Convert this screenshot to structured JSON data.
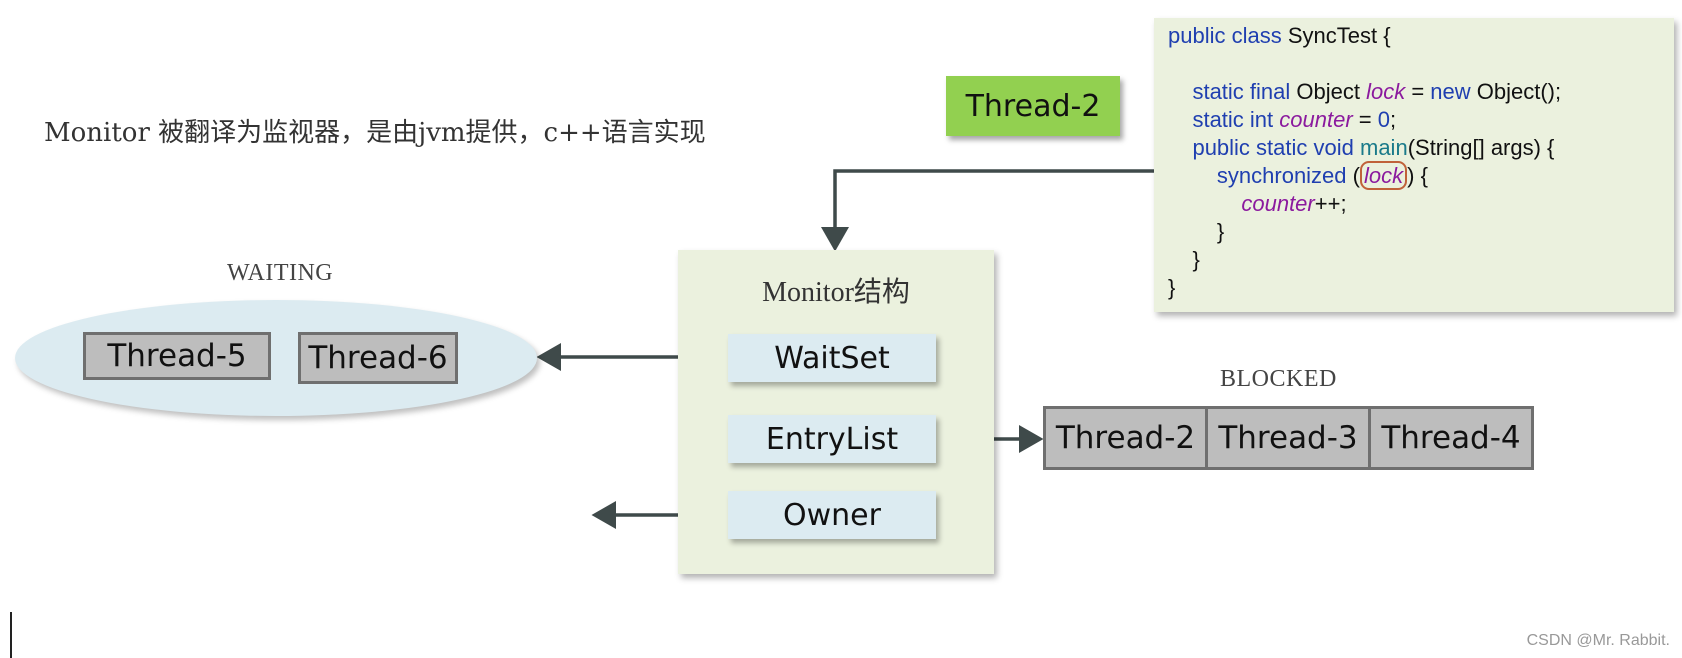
{
  "intro_text": "Monitor 被翻译为监视器，是由jvm提供，c++语言实现",
  "waiting": {
    "label": "WAITING",
    "threads": [
      "Thread-5",
      "Thread-6"
    ]
  },
  "monitor": {
    "title": "Monitor结构",
    "wait_set": "WaitSet",
    "entry_list": "EntryList",
    "owner": "Owner"
  },
  "blocked": {
    "label": "BLOCKED",
    "threads": [
      "Thread-2",
      "Thread-3",
      "Thread-4"
    ]
  },
  "owner_thread": "Thread-2",
  "code": {
    "l1_kw": "public class",
    "l1_rest": " SyncTest {",
    "l3_kw": "static final",
    "l3_a": " Object ",
    "l3_fld": "lock",
    "l3_b": " = ",
    "l3_kw2": "new",
    "l3_c": " Object();",
    "l4_kw": "static int",
    "l4_fld": "counter",
    "l4_a": " = ",
    "l4_num": "0",
    "l4_b": ";",
    "l5_kw": "public static void",
    "l5_mth": "main",
    "l5_rest": "(String[] args) {",
    "l6_kw": "synchronized",
    "l6_a": " (",
    "l6_fld": "lock",
    "l6_b": ") {",
    "l7_fld": "counter",
    "l7_rest": "++;",
    "l8": "}",
    "l9": "}",
    "l10": "}"
  },
  "watermark": "CSDN @Mr. Rabbit."
}
